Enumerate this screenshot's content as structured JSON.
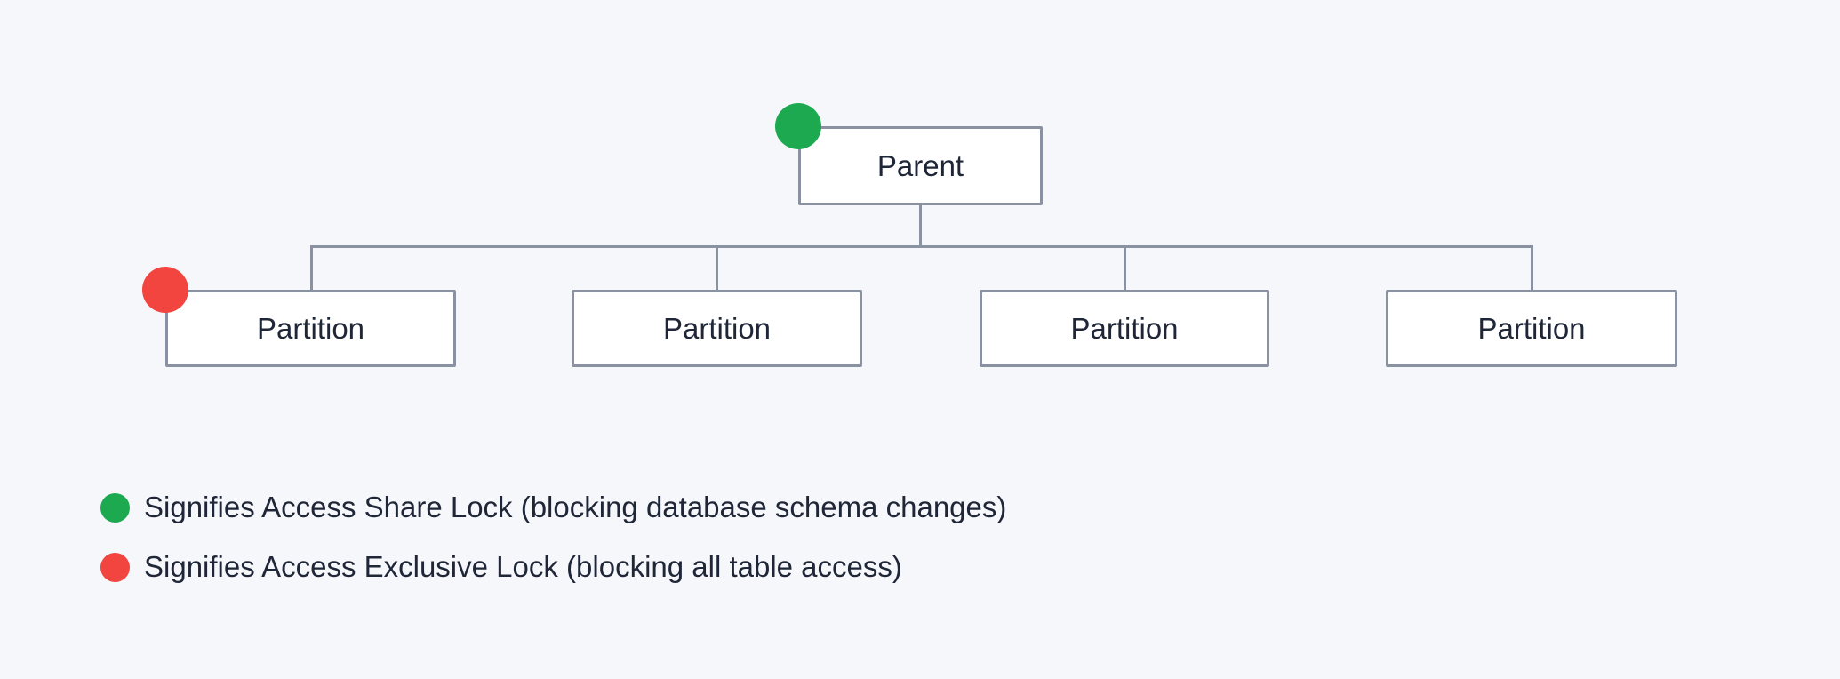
{
  "diagram": {
    "parent": {
      "label": "Parent",
      "badge": {
        "name": "access-share-lock-dot",
        "color": "#1DA94F"
      }
    },
    "partitions": [
      {
        "label": "Partition",
        "badge": {
          "name": "access-exclusive-lock-dot",
          "color": "#F2453F"
        }
      },
      {
        "label": "Partition"
      },
      {
        "label": "Partition"
      },
      {
        "label": "Partition"
      }
    ]
  },
  "legend": {
    "items": [
      {
        "dot_name": "green-dot",
        "dot_color": "#1DA94F",
        "text": "Signifies Access Share Lock (blocking database schema changes)"
      },
      {
        "dot_name": "red-dot",
        "dot_color": "#F2453F",
        "text": "Signifies Access Exclusive Lock (blocking all table access)"
      }
    ]
  },
  "colors": {
    "background": "#F6F7FB",
    "node_background": "#FFFFFF",
    "border_and_lines": "#8A91A0",
    "text": "#1F2637",
    "access_share_green": "#1DA94F",
    "access_exclusive_red": "#F2453F"
  }
}
